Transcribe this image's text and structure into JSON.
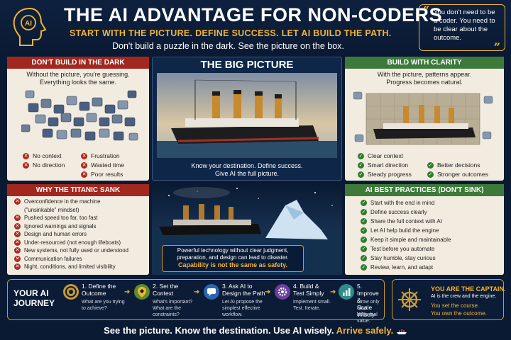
{
  "header": {
    "brain_label": "AI",
    "title": "THE AI ADVANTAGE FOR NON-CODERS",
    "subtitle": "START WITH THE PICTURE. DEFINE SUCCESS. LET AI BUILD THE PATH.",
    "tagline": "Don't build a puzzle in the dark. See the picture on the box.",
    "quote": "You don't need to be a coder. You need to be clear about the outcome."
  },
  "dark": {
    "heading": "DON'T BUILD IN THE DARK",
    "intro_1": "Without the picture, you're guessing.",
    "intro_2": "Everything looks the same.",
    "col1": [
      "No context",
      "No direction"
    ],
    "col2": [
      "Frustration",
      "Wasted time",
      "Poor results"
    ]
  },
  "big": {
    "heading": "THE BIG PICTURE",
    "caption_1": "Know your destination. Define success.",
    "caption_2": "Give AI the full picture."
  },
  "clarity": {
    "heading": "BUILD WITH CLARITY",
    "intro_1": "With the picture, patterns appear.",
    "intro_2": "Progress becomes natural.",
    "col1": [
      "Clear context",
      "Smart direction",
      "Steady progress"
    ],
    "col2": [
      "Better decisions",
      "Stronger outcomes"
    ]
  },
  "titanic": {
    "heading": "WHY THE TITANIC SANK",
    "items": [
      "Overconfidence in the machine",
      "(\"unsinkable\" mindset)",
      "Pushed speed too far, too fast",
      "Ignored warnings and signals",
      "Design and human errors",
      "Under-resourced (not enough lifeboats)",
      "New systems, not fully used or understood",
      "Communication failures",
      "Night, conditions, and limited visibility"
    ],
    "warning_1": "Powerful technology without clear judgment,",
    "warning_2": "preparation, and design can lead to disaster.",
    "warning_3": "Capability is not the same as safety."
  },
  "practices": {
    "heading": "AI BEST PRACTICES (DON'T SINK)",
    "items": [
      "Start with the end in mind",
      "Define success clearly",
      "Share the full context with AI",
      "Let AI help build the engine",
      "Keep it simple and maintainable",
      "Test before you automate",
      "Stay humble, stay curious",
      "Review, learn, and adapt"
    ]
  },
  "journey": {
    "label_1": "YOUR AI",
    "label_2": "JOURNEY",
    "steps": [
      {
        "t1": "1. Define the",
        "t2": "Outcome",
        "d1": "What are you trying",
        "d2": "to achieve?",
        "d3": ""
      },
      {
        "t1": "2. Set the",
        "t2": "Context",
        "d1": "What's important?",
        "d2": "What are the",
        "d3": "constraints?"
      },
      {
        "t1": "3. Ask AI to",
        "t2": "Design the Path",
        "d1": "Let AI propose the",
        "d2": "simplest effective",
        "d3": "workflow."
      },
      {
        "t1": "4. Build &",
        "t2": "Test Simply",
        "d1": "Implement small.",
        "d2": "Test. Iterate.",
        "d3": ""
      },
      {
        "t1": "5. Improve &",
        "t2": "Scale Wisely",
        "d1": "Grow only what",
        "d2": "adds real value.",
        "d3": ""
      }
    ]
  },
  "captain": {
    "heading": "YOU ARE THE CAPTAIN.",
    "line1": "AI is the crew and the engine.",
    "line2": "You set the course.",
    "line3": "You own the outcome."
  },
  "footer": {
    "main": "See the picture. Know the destination. Use AI wisely.",
    "accent": "Arrive safely."
  },
  "colors": {
    "accent": "#f3b431",
    "navy": "#0b1a33",
    "red": "#a2271f",
    "green": "#3d7a3a"
  }
}
